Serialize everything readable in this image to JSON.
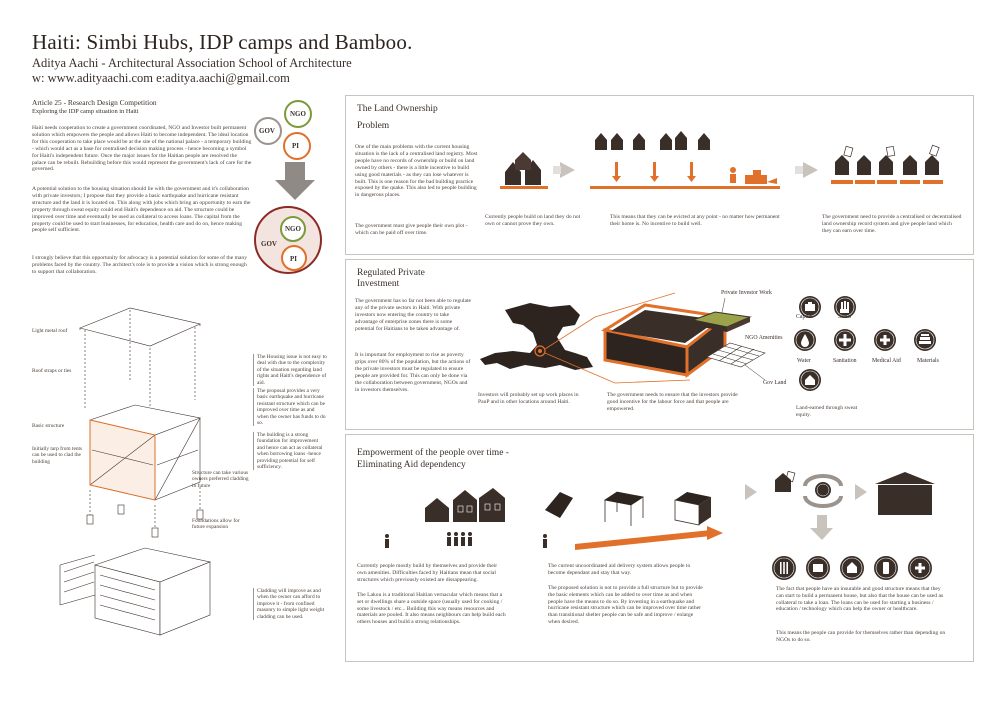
{
  "header": {
    "title": "Haiti: Simbi Hubs, IDP camps and Bamboo.",
    "author": "Aditya Aachi - Architectural Association School of Architecture",
    "contact": "w: www.adityaachi.com    e:aditya.aachi@gmail.com"
  },
  "left": {
    "competition": "Article 25 - Research Design Competition",
    "subtitle": "Exploring the IDP camp situation in Haiti",
    "para1": "Haiti needs cooperation to create a government coordinated, NGO and Investor built permanent solution which empowers the people and allows Haiti to become independent. The ideal location for this cooperation to take place would be at the site of the national palace - a temporary building - which would act as a base for centralised decision making process - hence becoming a symbol for Haiti's independent future. Once the major issues for the Haitian people are resolved the palace can be rebuilt. Rebuilding before this would represent the government's lack of care for the governed.",
    "para2": "A potential solution to the housing situation should lie with the government and it's collaboration with private investors; I propose that they provide a basic earthquake and hurricane resistant structure and the land it is located on. This along with jobs which bring an opportunity to earn the property through sweat equity could end Haiti's dependence on aid. The structure could be improved over time and eventually be used as collateral to access loans. The capital from the property could be used to start businesses, for education, health care and do on, hence making people self sufficient.",
    "para3": "I strongly believe that this opportunity for advocacy is a potential solution for some of the many problems faced by the country. The architect's role is to provide a vision which is strong enough to support that collaboration.",
    "venn": {
      "gov": "GOV",
      "ngo": "NGO",
      "pi": "PI"
    },
    "axo_labels": {
      "roof": "Light metal roof",
      "straps": "Roof straps or ties",
      "basic": "Basic structure",
      "tarp": "Initially tarp from tents can be used to clad the building",
      "cladding": "Structure can take various owners preferred cladding in future",
      "foundations": "Foundations allow for future expansion",
      "cladding2": "Cladding will improve as and when the owner can afford to improve it - from confined masonry to simple light weight cladding can be used."
    },
    "notes": {
      "n1": "The Housing issue is not easy to deal with due to the complexity of the situation regarding land rights and Haiti's dependence of aid.",
      "n2": "The proposal provides a very basic earthquake and hurricane resistant structure which can be improved over time as and when the owner has funds to do so.",
      "n3": "The building is a strong foundation for improvement and hence can act as collateral when borrowing loans -hence providing potential for self sufficiency."
    }
  },
  "panel1": {
    "title": "The Land Ownership",
    "subtitle": "Problem",
    "body": "One of the main problems with the current housing situation is the lack of a centralised land registry. Most people have no records of ownership or build on land owned by others - there is a little incentive to build using good materials - as they can lose whatever is built. This is one reason for the bad building practice exposed by the quake. This also led to people building in dangerous places.",
    "body2": "The government must give people their own plot - which can be paid off over time.",
    "cap1": "Currently people build on land they do not own or cannot prove they own.",
    "cap2": "This means that they can be evicted at any point - no matter how permanent their home is. No incentive to build well.",
    "cap3": "The government need to provide a centralised or decentralised land ownership record system and give people land which they can earn over time."
  },
  "panel2": {
    "title": "Regulated Private",
    "title2": "Investment",
    "body": "The government has so far not been able to regulate any of the private sectors in Haiti. With private investors now entering the country to take advantage of enterprise zones there is some potential for Haitians to be taken advantage of.",
    "body2": "It is important for employment to rise as poverty grips over 80% of the population, but the actions of the private investors must be regulated to ensure people are provided for. This can only be done via the collaboration between government, NGOs and in investors themselves.",
    "cap_map": "Investors will probably set up work places in PauP and in other locations around Haiti.",
    "cap_mid": "The government needs to ensure that the investors provide good incentive for the labour force and that people are empowered.",
    "labels": {
      "piw": "Private Investor Work",
      "ngo": "NGO Amenities",
      "gov": "Gov Land",
      "land": "Land-earned through sweat equity."
    },
    "icons": [
      "Capital",
      "Skills",
      "Water",
      "Sanitation",
      "Medical Aid",
      "Materials"
    ]
  },
  "panel3": {
    "title": "Empowerment of the people over time -",
    "title2": "Eliminating Aid dependency",
    "col1a": "Currently people mostly build by themselves and provide their own amenities. Difficulties faced by Haitians mean that social structures which previously existed are dissappearing.",
    "col1b": "The Lakou is a traditional Haitian vernacular which means that a set or dwellings share a outside space (usually used for cooking / some livestock / etc... Building this way means resources and materials are pooled. It also means neighbours can help build each others houses and build a strong relationships.",
    "col2a": "The current uncoordinated aid delivery system allows people to become dependant and stay that way.",
    "col2b": "The proposed solution is not to provide a full structure but to provide the basic elements which can be added to over time as and when people have the means to do so. By investing in a earthquake and hurricane resistant structure which can be improved over time rather than transitional shelter people can be safe and improve / enlarge when desired.",
    "col3a": "The fact that people have an insurable and good structure means that they can start to build a permanent house, but also that the house can be used as collateral to take a loan. The loans can be used for starting a business / education / technology which can help the owner or healthcare.",
    "col3b": "This means the people can provide for themselves rather than depending on NGOs to do so."
  },
  "colors": {
    "accent": "#e0702a",
    "dark": "#4a3a33",
    "grey": "#9a938e",
    "panel_border": "#c9c3be"
  }
}
